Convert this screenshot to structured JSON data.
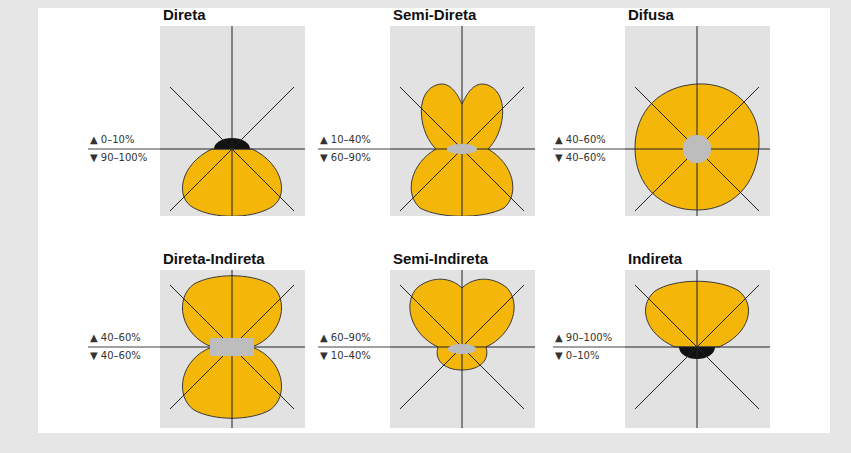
{
  "diagram": {
    "nodes": [
      {
        "text": [
          "Direta"
        ]
      },
      {
        "text": [
          "Semi-Direta"
        ]
      },
      {
        "text": [
          "Difusa"
        ]
      },
      {
        "text": [
          "Direta-Indireta"
        ]
      },
      {
        "text": [
          "Semi-Indireta"
        ]
      },
      {
        "text": [
          "Indireta"
        ]
      }
    ],
    "labels": [
      "▲ 0–10%",
      "▼ 90–100%",
      "▲ 10–40%",
      "▼ 60–90%",
      "▲ 40–60%",
      "▼ 40–60%",
      "▲ 40–60%",
      "▼ 40–60%",
      "▲ 60–90%",
      "▼ 10–40%",
      "▲ 90–100%",
      "▼ 0–10%"
    ]
  }
}
